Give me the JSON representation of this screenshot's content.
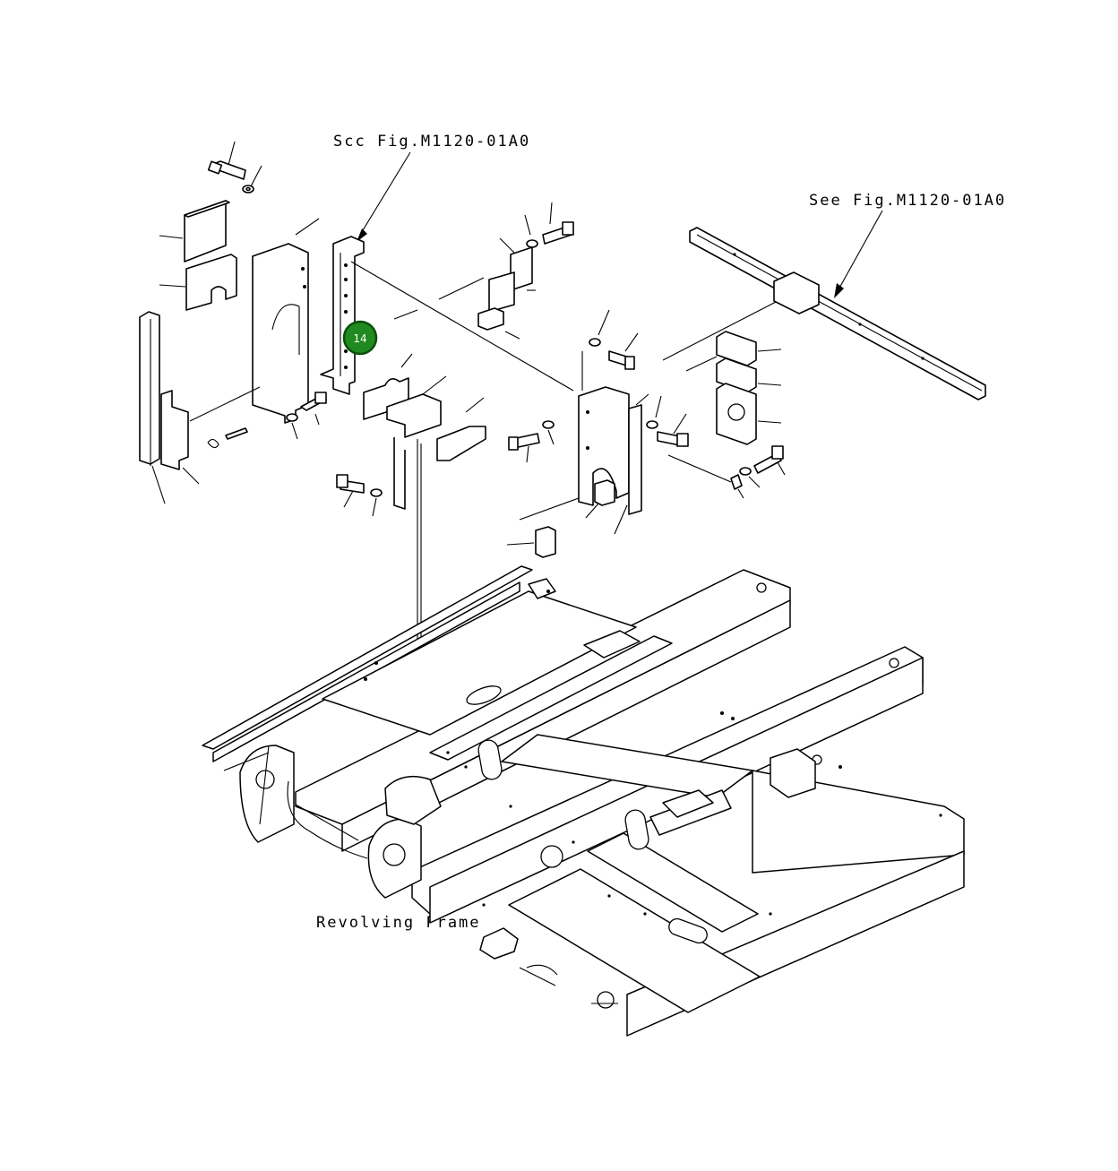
{
  "diagram": {
    "callouts": {
      "see_fig_left": "Scc Fig.M1120-01A0",
      "see_fig_right": "See Fig.M1120-01A0",
      "revolving_frame": "Revolving Frame"
    },
    "highlight": {
      "number": "14",
      "color": "#1f8a1f"
    }
  }
}
